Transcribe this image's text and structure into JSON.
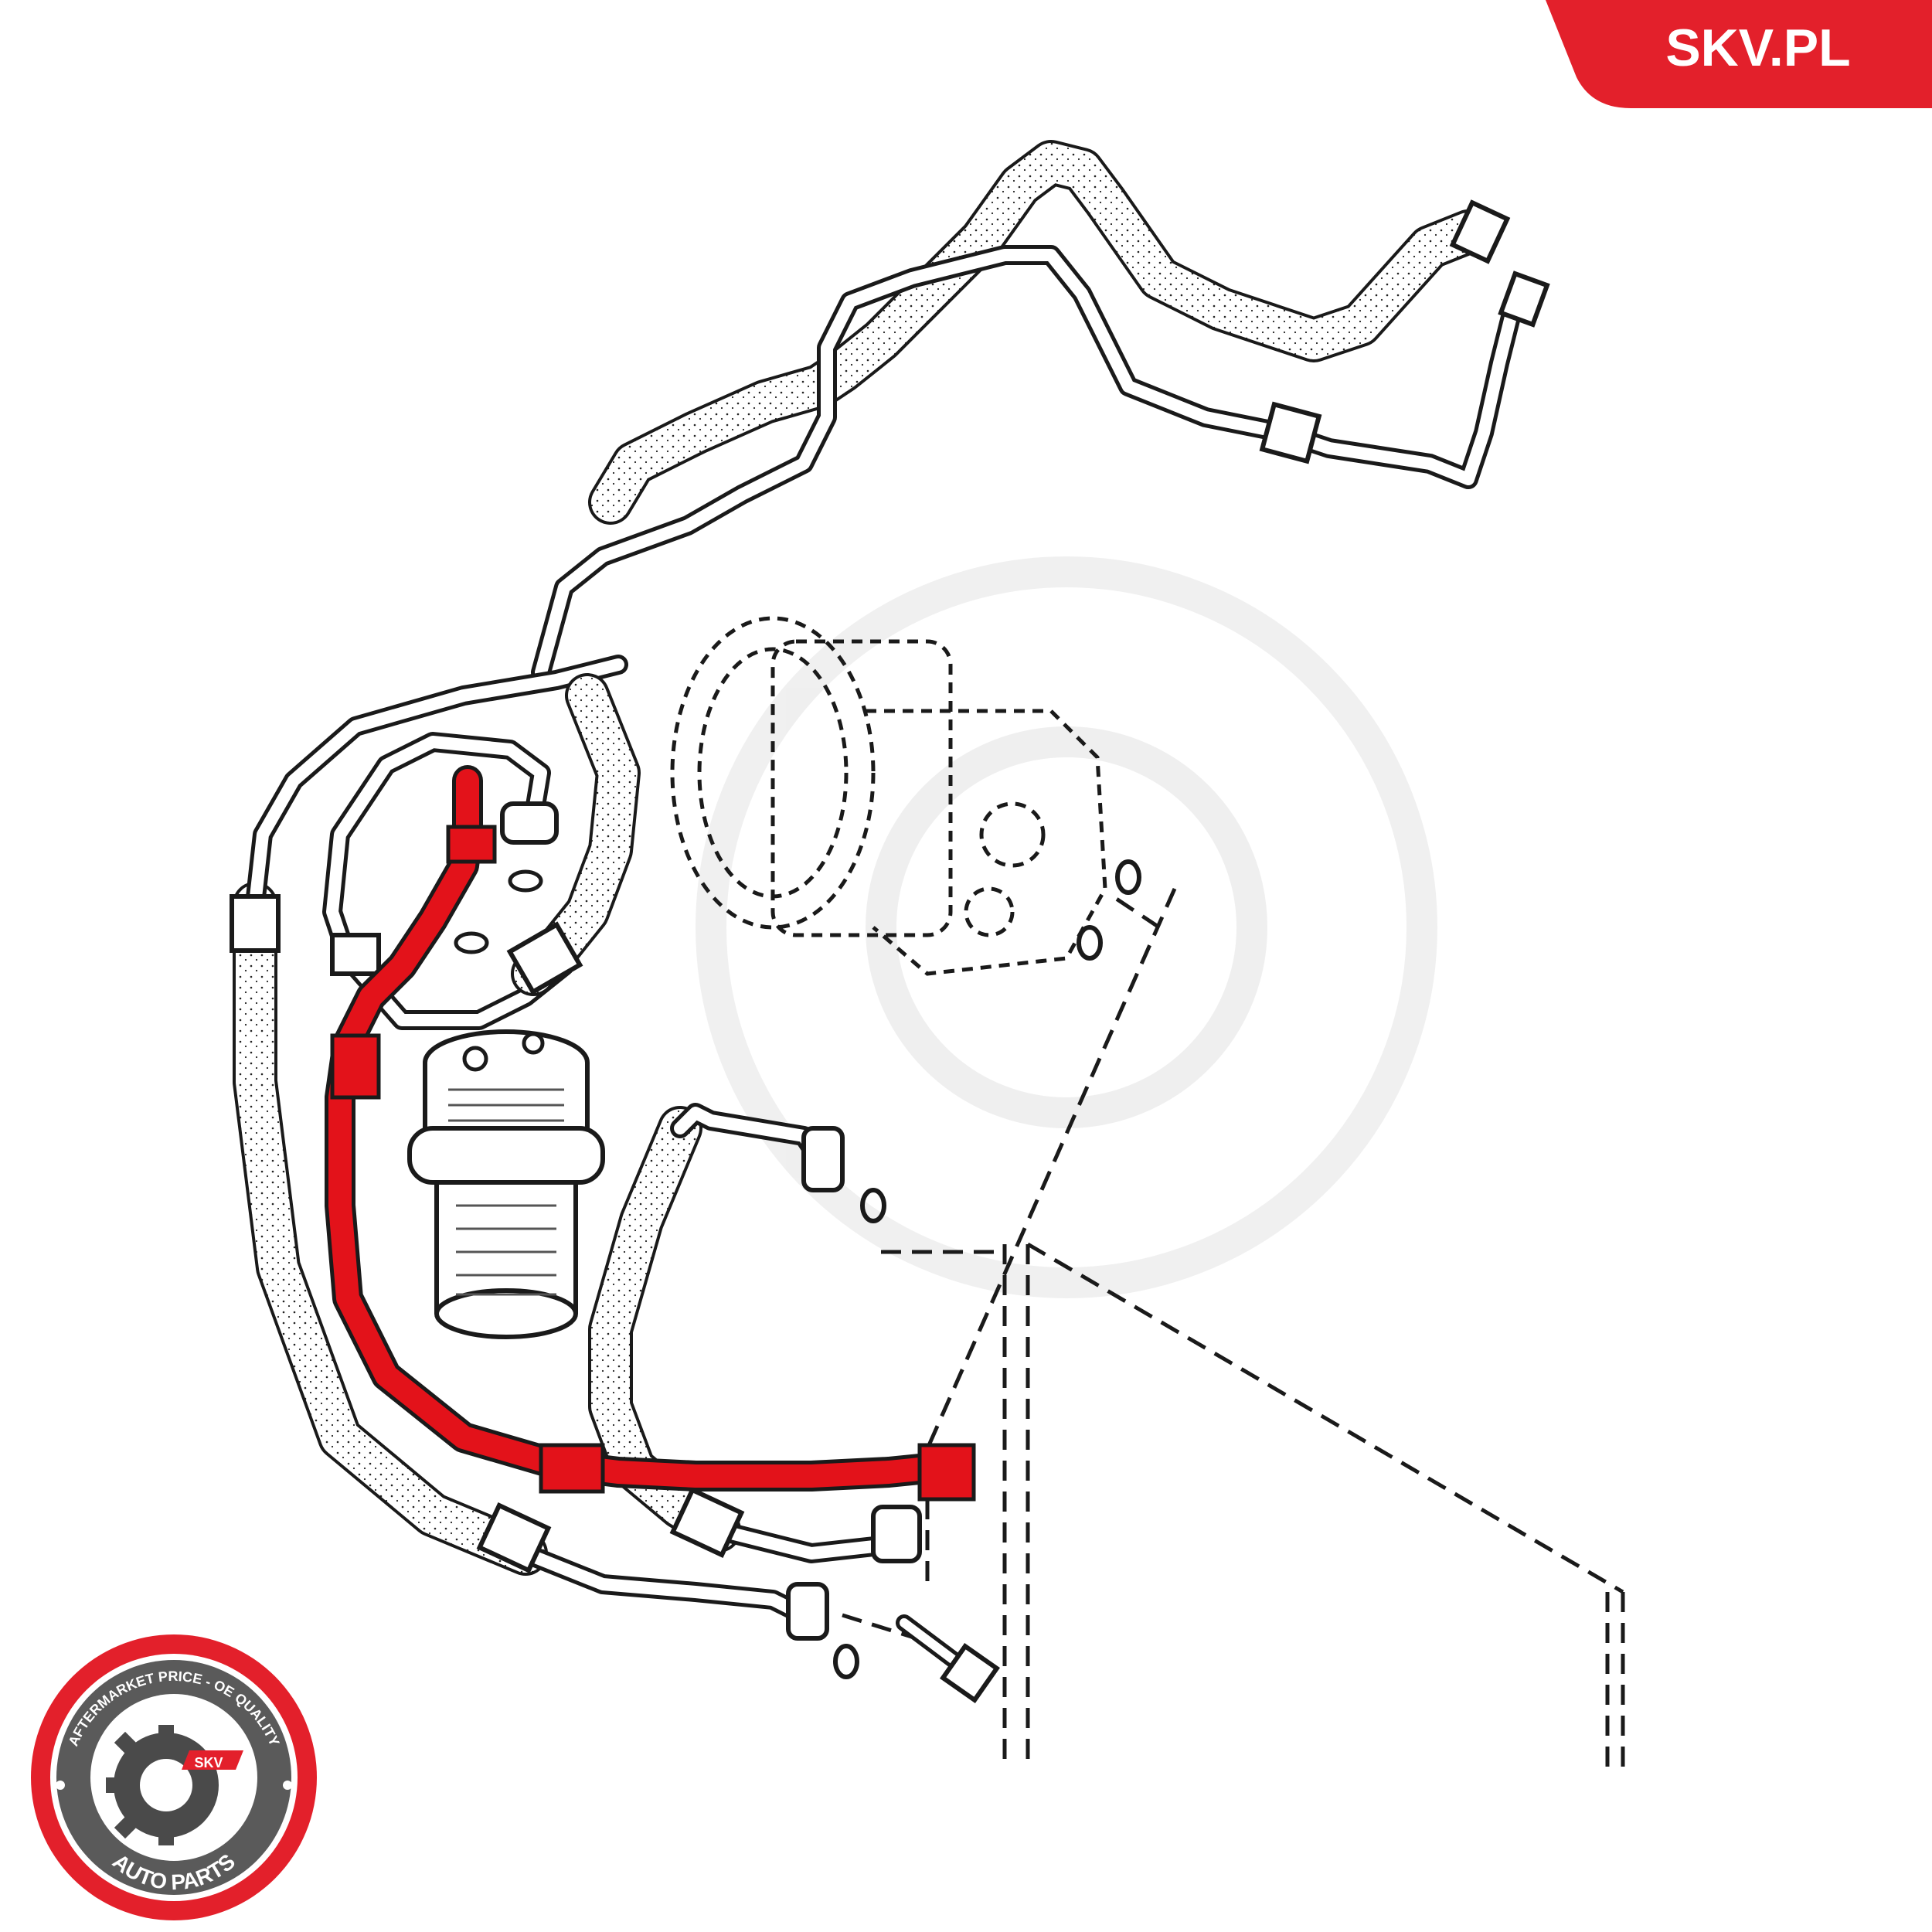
{
  "brand": {
    "site_label": "SKV.PL",
    "accent_color": "#e3202b"
  },
  "badge": {
    "ring_text_top": "AFTERMARKET PRICE - OE QUALITY",
    "ring_text_bottom": "AUTO PARTS",
    "center_text": "SKV",
    "ring_color": "#e3202b",
    "inner_color": "#5a5a5a"
  },
  "diagram": {
    "highlight_color": "#e3121a",
    "line_color": "#1a1a1a",
    "parts": [
      {
        "name": "suction-hose",
        "depiction": "dotted rubber hose"
      },
      {
        "name": "liquid-line",
        "depiction": "rigid metal pipe"
      },
      {
        "name": "receiver-drier",
        "depiction": "ribbed cylinder"
      },
      {
        "name": "compressor",
        "depiction": "dashed outline"
      },
      {
        "name": "condenser",
        "depiction": "dashed outline"
      },
      {
        "name": "highlighted-ac-hose",
        "depiction": "red highlighted hose"
      }
    ]
  }
}
